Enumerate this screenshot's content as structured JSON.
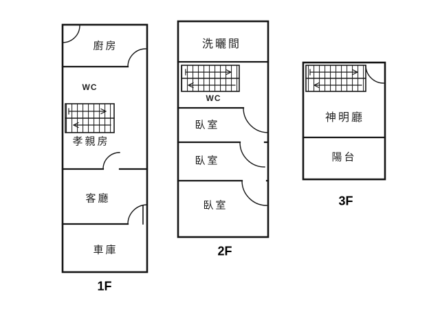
{
  "page": {
    "background": "#ffffff"
  },
  "colors": {
    "wall": "#141414",
    "hatch": "#2a2a2a",
    "text": "#1f1f1f"
  },
  "floors": {
    "f1": {
      "label": "1F",
      "rooms": {
        "kitchen": "廚房",
        "wc": "WC",
        "parents_room": "孝親房",
        "living_room": "客廳",
        "garage": "車庫"
      }
    },
    "f2": {
      "label": "2F",
      "rooms": {
        "laundry": "洗曬間",
        "wc": "WC",
        "bedroom_top": "臥室",
        "bedroom_middle": "臥室",
        "bedroom_bottom": "臥室"
      }
    },
    "f3": {
      "label": "3F",
      "rooms": {
        "shrine_hall": "神明廳",
        "balcony": "陽台"
      }
    }
  }
}
